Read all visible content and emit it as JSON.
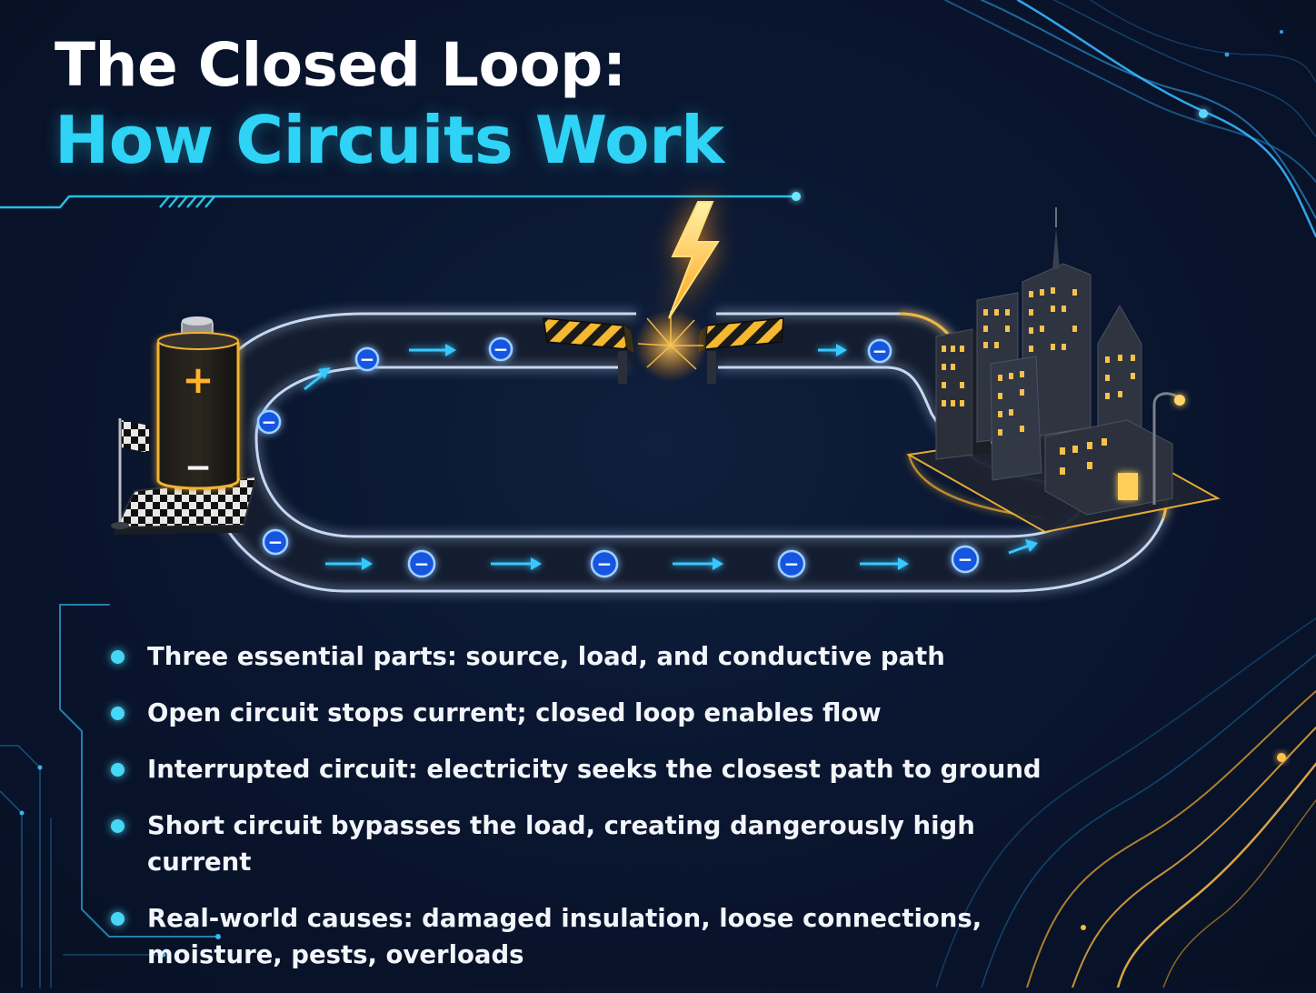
{
  "title": {
    "line1": "The Closed Loop:",
    "line2": "How Circuits Work"
  },
  "diagram": {
    "battery_symbols": {
      "positive": "+",
      "negative": "−"
    },
    "electron_symbol": "−",
    "icons": [
      "battery-icon",
      "checkered-flag-icon",
      "barrier-icon",
      "lightning-bolt-icon",
      "city-buildings-icon",
      "street-lamp-icon",
      "electron-icon",
      "flow-arrow-icon"
    ],
    "colors": {
      "accent_cyan": "#2ed3f5",
      "track_glow": "#3a7dff",
      "spark_orange": "#ffb020",
      "battery_gold": "#f2b233",
      "background": "#0a1630"
    }
  },
  "bullets": [
    "Three essential parts: source, load, and conductive path",
    "Open circuit stops current; closed loop enables flow",
    "Interrupted circuit: electricity seeks the closest path to ground",
    "Short circuit bypasses the load, creating dangerously high current",
    "Real-world causes: damaged insulation, loose connections, moisture, pests, overloads"
  ]
}
